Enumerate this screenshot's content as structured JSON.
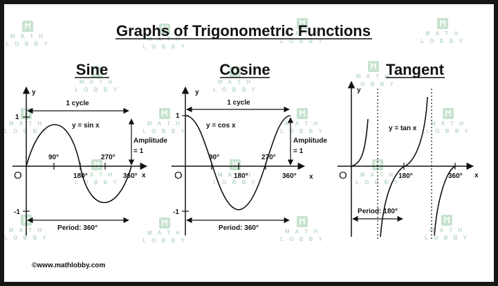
{
  "title": "Graphs of Trigonometric Functions",
  "watermark": {
    "line1": "M A T H",
    "line2": "L O B B Y"
  },
  "copyright": "©www.mathlobby.com",
  "sine": {
    "heading": "Sine",
    "y_axis": "y",
    "x_axis": "x",
    "origin": "O",
    "cycle": "1 cycle",
    "equation": "y = sin x",
    "amplitude_1": "Amplitude",
    "amplitude_2": "= 1",
    "tick_90": "90°",
    "tick_180": "180°",
    "tick_270": "270°",
    "tick_360": "360°",
    "y_pos": "1",
    "y_neg": "-1",
    "period": "Period: 360°"
  },
  "cosine": {
    "heading": "Cosine",
    "y_axis": "y",
    "x_axis": "x",
    "origin": "O",
    "cycle": "1 cycle",
    "equation": "y = cos x",
    "amplitude_1": "Amplitude",
    "amplitude_2": "= 1",
    "tick_90": "90°",
    "tick_180": "180°",
    "tick_270": "270°",
    "tick_360": "360°",
    "y_pos": "1",
    "y_neg": "-1",
    "period": "Period: 360°"
  },
  "tangent": {
    "heading": "Tangent",
    "y_axis": "y",
    "x_axis": "x",
    "origin": "O",
    "equation": "y = tan x",
    "tick_180": "180°",
    "tick_360": "360°",
    "period": "Period: 180°"
  }
}
